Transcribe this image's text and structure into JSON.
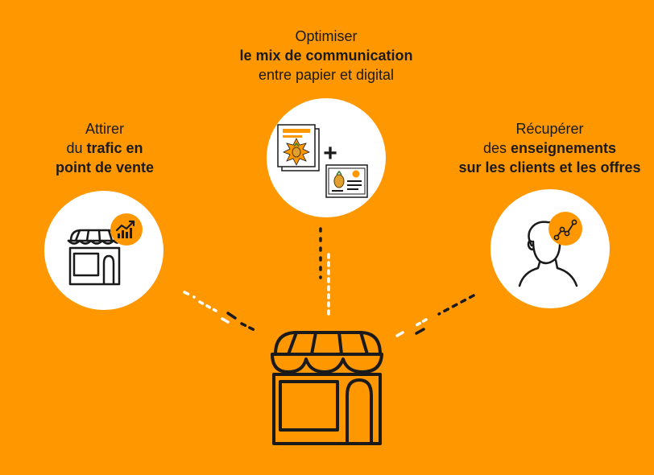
{
  "colors": {
    "background": "#FF9800",
    "accent": "#FF9800",
    "ink": "#1a1a1a",
    "white": "#ffffff"
  },
  "captions": {
    "left": {
      "line1": "Attirer",
      "line2_pre": "du ",
      "line2_bold": "trafic en",
      "line3_bold": "point de vente"
    },
    "center": {
      "line1": "Optimiser",
      "line2_bold": "le mix de communication",
      "line3": "entre papier et digital"
    },
    "right": {
      "line1": "Récupérer",
      "line2_pre": "des ",
      "line2_bold": "enseignements",
      "line3_bold": "sur les clients et les offres"
    }
  },
  "icons": {
    "left": "storefront-icon",
    "left_badge": "growth-chart-icon",
    "center_print": "print-flyer-icon",
    "center_plus": "plus-icon",
    "center_digital": "digital-screen-icon",
    "right": "person-icon",
    "right_badge": "line-chart-icon",
    "main": "storefront-icon"
  },
  "plus_symbol": "+"
}
